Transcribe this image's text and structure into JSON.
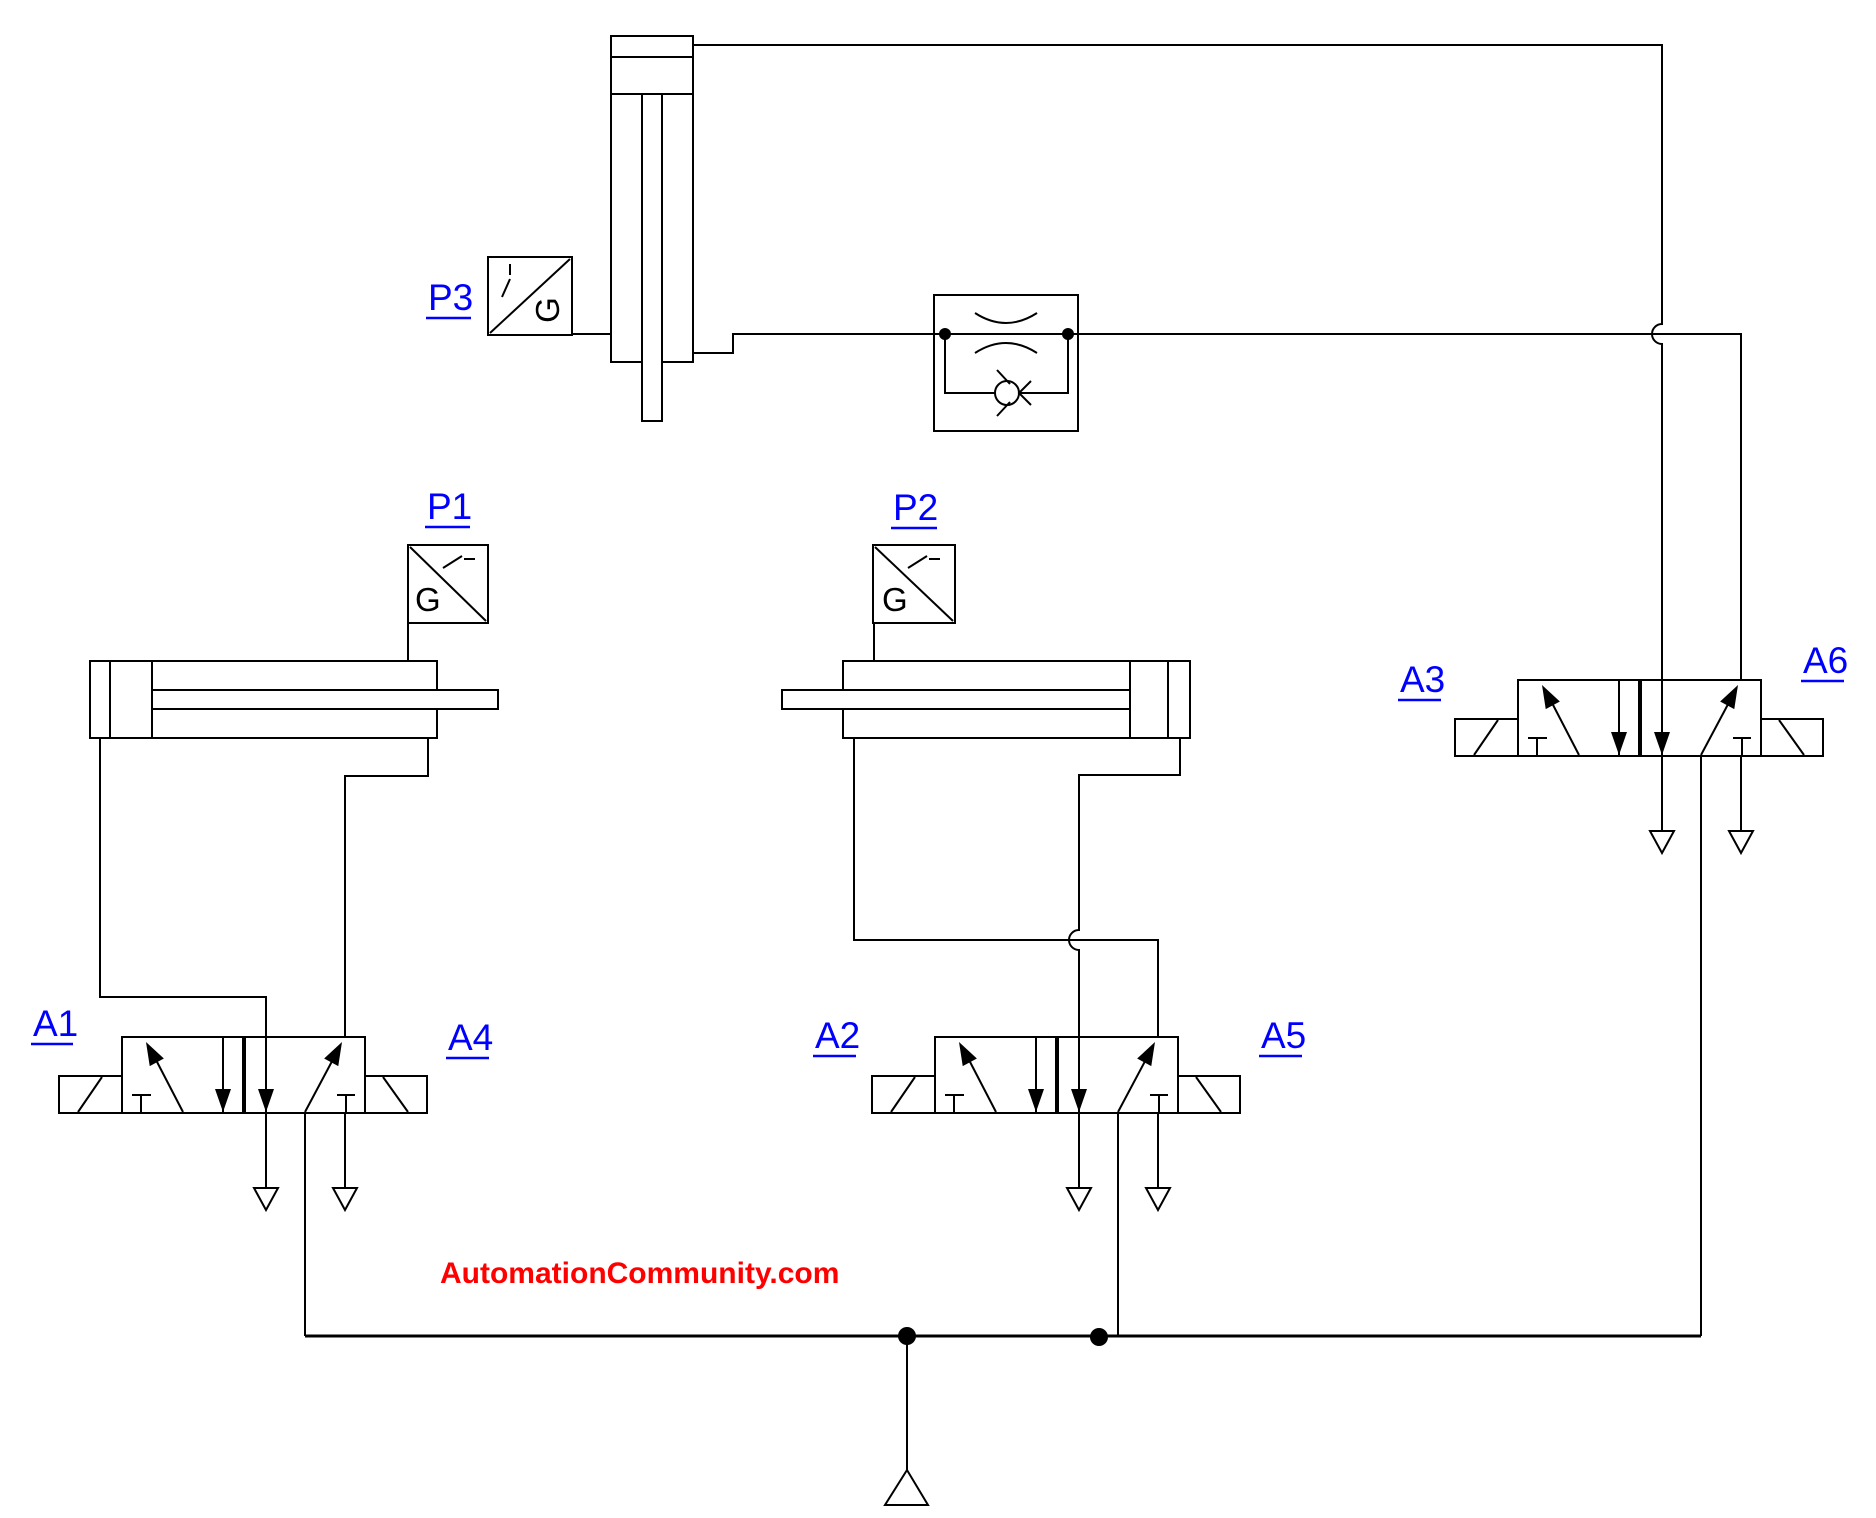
{
  "watermark": "AutomationCommunity.com",
  "labels": {
    "p1": "P1",
    "p2": "P2",
    "p3": "P3",
    "a1": "A1",
    "a2": "A2",
    "a3": "A3",
    "a4": "A4",
    "a5": "A5",
    "a6": "A6"
  },
  "sensors": {
    "p1_glyph": "G",
    "p2_glyph": "G",
    "p3_glyph": "G"
  },
  "colors": {
    "line": "#000000",
    "label": "#0000ff",
    "watermark": "#ff0000",
    "background": "#ffffff"
  }
}
